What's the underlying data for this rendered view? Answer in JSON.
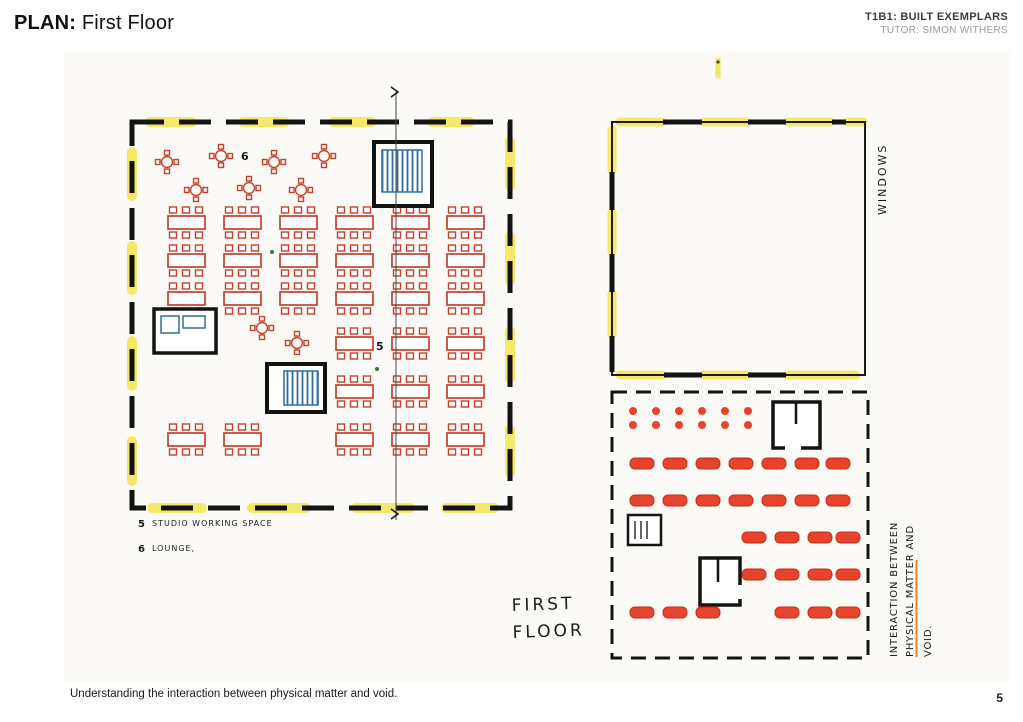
{
  "header": {
    "title_prefix": "PLAN:",
    "title_rest": " First Floor",
    "project_code": "T1B1: BUILT EXEMPLARS",
    "tutor": "TUTOR: SIMON WITHERS"
  },
  "plan": {
    "lounge_marker": "6",
    "studio_marker": "5",
    "legend_studio_num": "5",
    "legend_studio_text": "STUDIO WORKING SPACE",
    "legend_lounge_num": "6",
    "legend_lounge_text": "LOUNGE,",
    "floor_line1": "FIRST",
    "floor_line2": "FLOOR",
    "windows_label": "WINDOWS",
    "interaction_line1": "INTERACTION BETWEEN",
    "interaction_line2": "PHYSICAL MATTER AND",
    "interaction_line3": "VOID."
  },
  "footer": {
    "caption": "Understanding the interaction between physical matter and void.",
    "page_number": "5"
  },
  "colors": {
    "sketch_red": "#c6402e",
    "marker_red": "#e8432c",
    "highlighter_yellow": "#f3e23a",
    "stair_blue": "#2e6da4",
    "ink": "#131313"
  }
}
